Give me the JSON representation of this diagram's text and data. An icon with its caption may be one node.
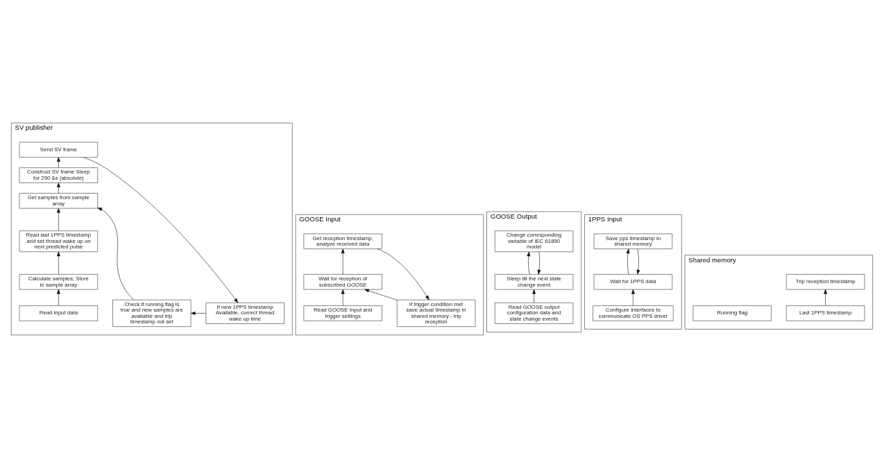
{
  "diagram": {
    "nodes": [
      {
        "text": [
          "SV publisher"
        ]
      },
      {
        "text": [
          "Send SV frame"
        ],
        "in": 0
      },
      {
        "text": [
          "If new 1PPS timestamp Available, correct thread wake up time"
        ],
        "in": 0
      },
      {
        "text": [
          "Construct SV frame Sleep for 250 &s (absolute)"
        ],
        "in": 0
      },
      {
        "text": [
          "Check if running flag is true and new samples are available and trip timestamp not set"
        ],
        "in": 0
      },
      {
        "text": [
          "Get samples from sample array"
        ],
        "in": 0
      },
      {
        "text": [
          "Read last 1PPS timestamp and set thread wake up on next predicted pulse"
        ],
        "in": 0
      },
      {
        "text": [
          "Calculate samples; Store in sample array"
        ],
        "in": 0
      },
      {
        "text": [
          "Read input data"
        ],
        "in": 0
      },
      {
        "text": [
          "GOOSE Input"
        ]
      },
      {
        "text": [
          "Get reception timestamp, analyze received data"
        ],
        "in": 9
      },
      {
        "text": [
          "If trigger condition met save actual timestamp in shared memory - trip reception"
        ],
        "in": 9
      },
      {
        "text": [
          "Wait for reception of subscribed GOOSE"
        ],
        "in": 9
      },
      {
        "text": [
          "Read GOOSE Input and trigger settings"
        ],
        "in": 9
      },
      {
        "text": [
          "GOOSE Output"
        ]
      },
      {
        "text": [
          "Change corresponding variable of IEC 61850 model"
        ],
        "in": 14
      },
      {
        "text": [
          "Sleep till the next state change event"
        ],
        "in": 14
      },
      {
        "text": [
          "Read GOOSE output configuration data and state change events"
        ],
        "in": 14
      },
      {
        "text": [
          "1PPS Input"
        ]
      },
      {
        "text": [
          "Save pps timestamp in shared memory"
        ],
        "in": 18
      },
      {
        "text": [
          "Wait for 1PPS data"
        ],
        "in": 18
      },
      {
        "text": [
          "Configure interfaces to communicate OS PPS driver"
        ],
        "in": 18
      },
      {
        "text": [
          "Shared memory"
        ]
      },
      {
        "text": [
          "Trip reception timestamp"
        ],
        "in": 22
      },
      {
        "text": [
          "Last 1PPS timestamp"
        ],
        "in": 22
      },
      {
        "text": [
          "Running flag"
        ],
        "in": 22
      }
    ],
    "edges": [
      {
        "from": 8,
        "to": 7,
        "arrow": "to"
      },
      {
        "from": 7,
        "to": 6,
        "arrow": "to"
      },
      {
        "from": 6,
        "to": 5,
        "arrow": "to"
      },
      {
        "from": 5,
        "to": 3,
        "arrow": "to"
      },
      {
        "from": 3,
        "to": 1,
        "arrow": "to"
      },
      {
        "from": 1,
        "to": 2,
        "arrow": "to"
      },
      {
        "from": 2,
        "to": 4,
        "arrow": "to"
      },
      {
        "from": 4,
        "to": 5,
        "arrow": "to"
      },
      {
        "from": 13,
        "to": 12,
        "arrow": "to"
      },
      {
        "from": 12,
        "to": 10,
        "arrow": "to"
      },
      {
        "from": 10,
        "to": 11,
        "arrow": "to"
      },
      {
        "from": 11,
        "to": 12,
        "arrow": "to"
      },
      {
        "from": 17,
        "to": 16,
        "arrow": "to"
      },
      {
        "from": 16,
        "to": 15,
        "arrow": "to"
      },
      {
        "from": 15,
        "to": 16,
        "arrow": "to"
      },
      {
        "from": 21,
        "to": 20,
        "arrow": "to"
      },
      {
        "from": 20,
        "to": 19,
        "arrow": "to"
      },
      {
        "from": 19,
        "to": 20,
        "arrow": "to"
      },
      {
        "from": 24,
        "to": 23,
        "arrow": "to"
      }
    ]
  }
}
